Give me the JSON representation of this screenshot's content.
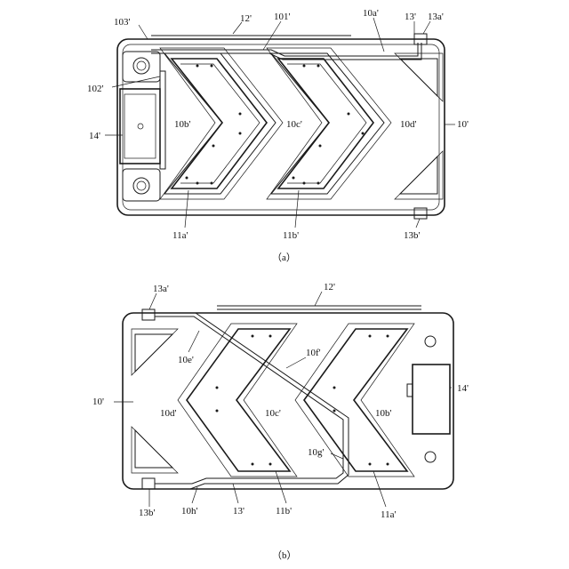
{
  "figure_a": {
    "caption": "（a）",
    "labels": {
      "l_103": "103'",
      "l_12": "12'",
      "l_101": "101'",
      "l_10a": "10a'",
      "l_13": "13'",
      "l_13a": "13a'",
      "l_102": "102'",
      "l_14": "14'",
      "l_10b": "10b'",
      "l_10c": "10c'",
      "l_10d": "10d'",
      "l_10": "10'",
      "l_11a": "11a'",
      "l_11b": "11b'",
      "l_13b": "13b'"
    }
  },
  "figure_b": {
    "caption": "（b）",
    "labels": {
      "l_13a": "13a'",
      "l_12": "12'",
      "l_10e": "10e'",
      "l_10f": "10f'",
      "l_14": "14'",
      "l_10": "10'",
      "l_10d": "10d'",
      "l_10c": "10c'",
      "l_10b": "10b'",
      "l_10g": "10g'",
      "l_13b": "13b'",
      "l_10h": "10h'",
      "l_13": "13'",
      "l_11b": "11b'",
      "l_11a": "11a'"
    }
  }
}
